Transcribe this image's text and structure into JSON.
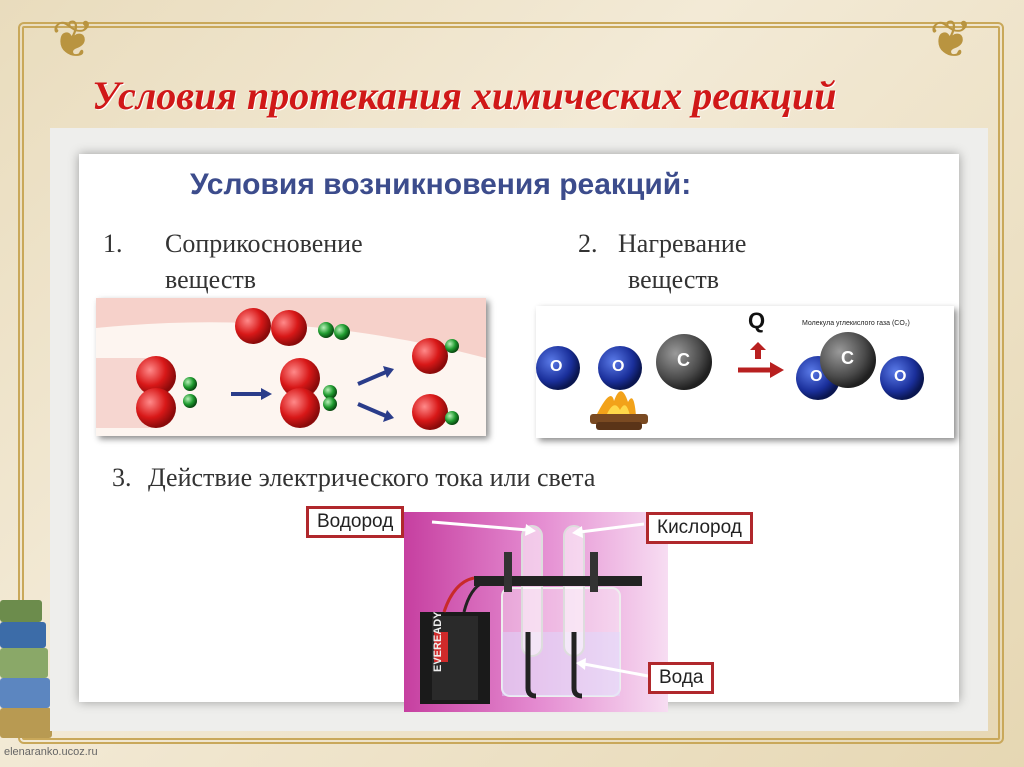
{
  "slide": {
    "title": "Условия протекания химических реакций",
    "subtitle": "Условия возникновения реакций:",
    "conditions": [
      {
        "number": "1.",
        "line1": "Соприкосновение",
        "line2": "веществ"
      },
      {
        "number": "2.",
        "line1": "Нагревание",
        "line2": "веществ"
      },
      {
        "number": "3.",
        "line1": "Действие электрического тока или света"
      }
    ],
    "heating_diagram": {
      "heat_symbol": "Q",
      "caption": "Молекула углекислого газа (CO₂)",
      "atoms": {
        "oxygen": "O",
        "carbon": "C"
      }
    },
    "electrolysis_labels": {
      "hydrogen": "Водород",
      "oxygen": "Кислород",
      "water": "Вода"
    },
    "battery_brand": "EVEREADY",
    "footer": "elenaranko.ucoz.ru"
  }
}
